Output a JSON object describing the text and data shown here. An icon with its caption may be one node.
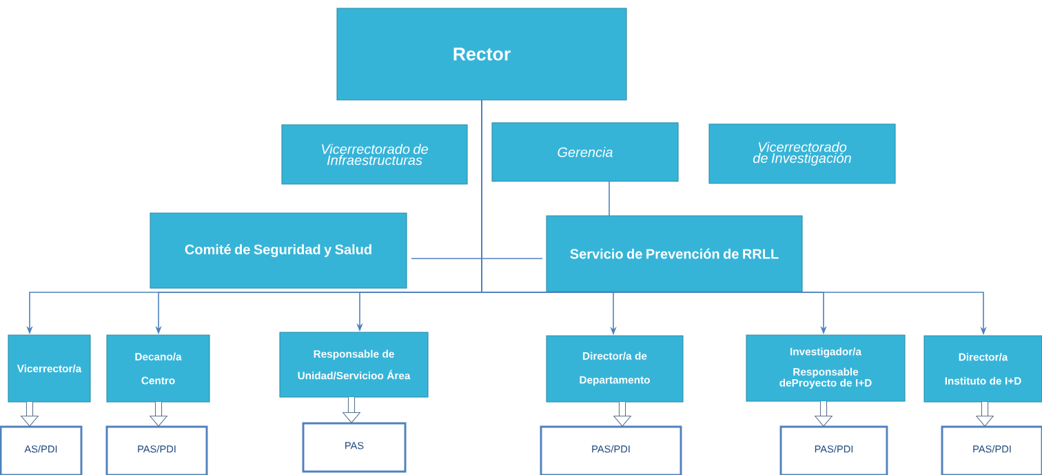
{
  "diagram": {
    "nodes": [
      {
        "text": [
          "Rector"
        ]
      },
      {
        "text": [
          "Vicerrectorado de Infraestructuras"
        ]
      },
      {
        "text": [
          "Gerencia"
        ]
      },
      {
        "text": [
          "Vicerrectorado de Investigación"
        ]
      },
      {
        "text": [
          "Comité de Seguridad y Salud"
        ]
      },
      {
        "text": [
          "Servicio de Prevención de RRLL"
        ]
      },
      {
        "text": [
          "Vicerrector/a"
        ]
      },
      {
        "text": [
          "Decano/a",
          "Centro"
        ]
      },
      {
        "text": [
          "Responsable de",
          "Unidad/Servicioo Área"
        ]
      },
      {
        "text": [
          "Director/a de",
          "Departamento"
        ]
      },
      {
        "text": [
          "Investigador/a",
          "Responsable deProyecto de I+D"
        ]
      },
      {
        "text": [
          "Director/a",
          "Instituto de I+D"
        ]
      },
      {
        "text": [
          "AS/PDI"
        ]
      },
      {
        "text": [
          "PAS/PDI"
        ]
      },
      {
        "text": [
          "PAS"
        ]
      },
      {
        "text": [
          "PAS/PDI"
        ]
      },
      {
        "text": [
          "PAS/PDI"
        ]
      },
      {
        "text": [
          "PAS/PDI"
        ]
      }
    ],
    "edges": [
      {
        "from": 0,
        "to": 6,
        "arrow": "to"
      },
      {
        "from": 0,
        "to": 7,
        "arrow": "to"
      },
      {
        "from": 0,
        "to": 8,
        "arrow": "to"
      },
      {
        "from": 0,
        "to": 9,
        "arrow": "to"
      },
      {
        "from": 0,
        "to": 10,
        "arrow": "to"
      },
      {
        "from": 0,
        "to": 11,
        "arrow": "to"
      },
      {
        "from": 4,
        "to": 5,
        "arrow": "none"
      },
      {
        "from": 2,
        "to": 5,
        "arrow": "none"
      },
      {
        "from": 6,
        "to": 12,
        "arrow": "to",
        "style": "thick"
      },
      {
        "from": 7,
        "to": 13,
        "arrow": "to",
        "style": "thick"
      },
      {
        "from": 8,
        "to": 14,
        "arrow": "to",
        "style": "thick"
      },
      {
        "from": 9,
        "to": 15,
        "arrow": "to",
        "style": "thick"
      },
      {
        "from": 10,
        "to": 16,
        "arrow": "to",
        "style": "thick"
      },
      {
        "from": 11,
        "to": 17,
        "arrow": "to",
        "style": "thick"
      }
    ]
  }
}
